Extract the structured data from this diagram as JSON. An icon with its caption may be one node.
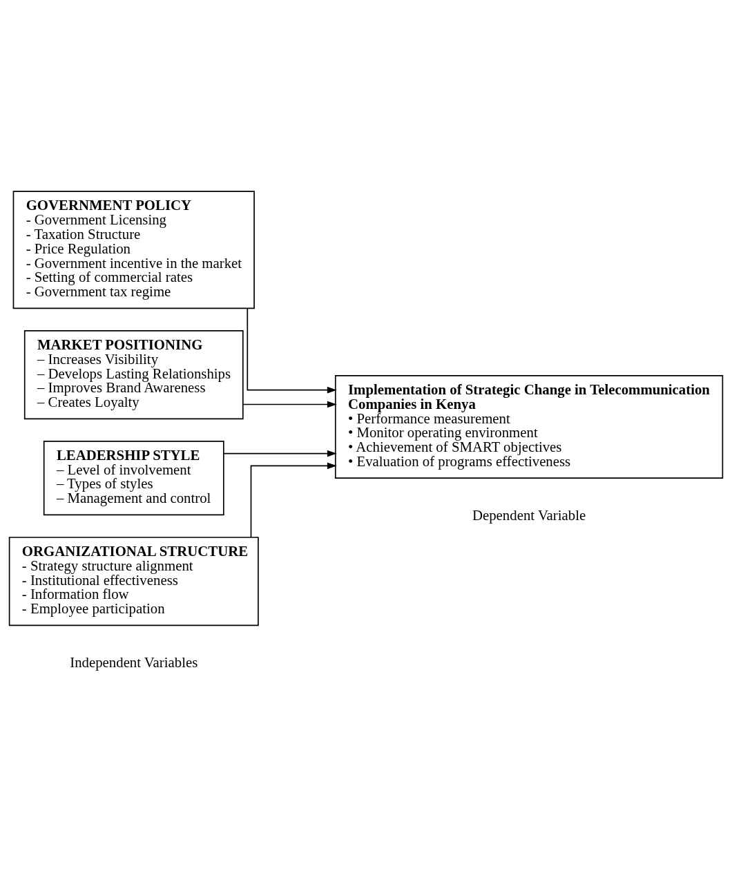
{
  "diagram": {
    "nodes": [
      {
        "text": [
          "GOVERNMENT POLICY",
          "- Government Licensing",
          "- Taxation Structure",
          "- Price Regulation",
          "- Government incentive in the market",
          "- Setting of commercial rates",
          "- Government tax regime"
        ]
      },
      {
        "text": [
          "MARKET POSITIONING",
          "– Increases Visibility",
          "– Develops Lasting Relationships",
          "– Improves Brand Awareness",
          "– Creates Loyalty"
        ]
      },
      {
        "text": [
          "LEADERSHIP STYLE",
          "– Level of involvement",
          "– Types of styles",
          "– Management and control"
        ]
      },
      {
        "text": [
          "ORGANIZATIONAL STRUCTURE",
          "- Strategy structure alignment",
          "- Institutional effectiveness",
          "- Information flow",
          "- Employee participation"
        ]
      },
      {
        "text": [
          "Implementation of Strategic Change in Telecommunication",
          "Companies in Kenya",
          "• Performance measurement",
          "• Monitor operating environment",
          "• Achievement of SMART objectives",
          "• Evaluation of programs effectiveness"
        ]
      }
    ],
    "edges": [
      {
        "from": 0,
        "to": 4,
        "arrow": "to"
      },
      {
        "from": 1,
        "to": 4,
        "arrow": "to"
      },
      {
        "from": 2,
        "to": 4,
        "arrow": "to"
      },
      {
        "from": 3,
        "to": 4,
        "arrow": "to"
      }
    ],
    "labels": [
      "Independent Variables",
      "Dependent Variable"
    ]
  }
}
